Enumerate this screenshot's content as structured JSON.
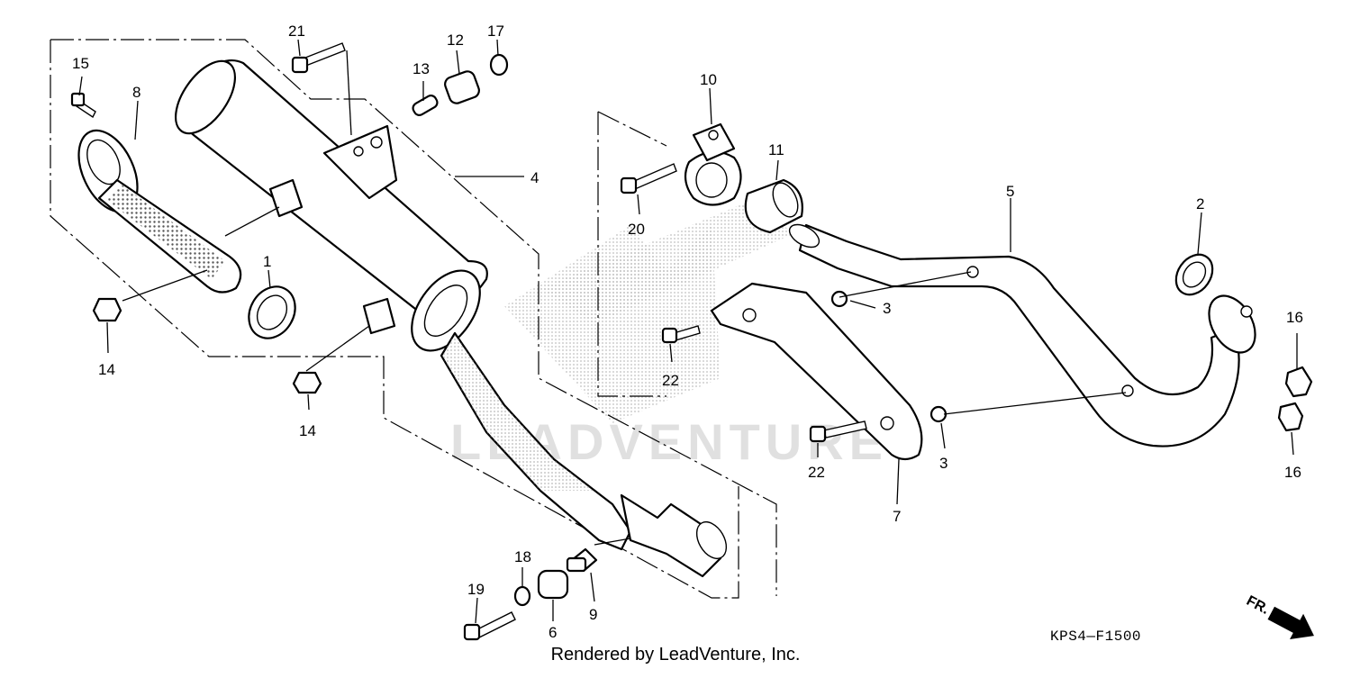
{
  "diagram": {
    "drawing_code": "KPS4—F1500",
    "credit": "Rendered by LeadVenture, Inc.",
    "watermark": "LEADVENTURE",
    "front_indicator": "FR.",
    "callouts": {
      "p1": "1",
      "p2": "2",
      "p3a": "3",
      "p3b": "3",
      "p4": "4",
      "p5": "5",
      "p6": "6",
      "p7": "7",
      "p8": "8",
      "p9": "9",
      "p10": "10",
      "p11": "11",
      "p12": "12",
      "p13": "13",
      "p14a": "14",
      "p14b": "14",
      "p15": "15",
      "p16a": "16",
      "p16b": "16",
      "p17": "17",
      "p18": "18",
      "p19": "19",
      "p20": "20",
      "p21": "21",
      "p22a": "22",
      "p22b": "22"
    }
  },
  "colors": {
    "line": "#000000",
    "background": "#ffffff",
    "watermark": "#c8c8c8"
  }
}
